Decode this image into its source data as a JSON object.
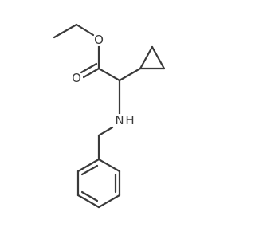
{
  "molecule": {
    "atoms": {
      "ester_oxygen": "O",
      "carbonyl_oxygen": "O",
      "amine_nitrogen": "N",
      "amine_hydrogen": "H"
    }
  }
}
